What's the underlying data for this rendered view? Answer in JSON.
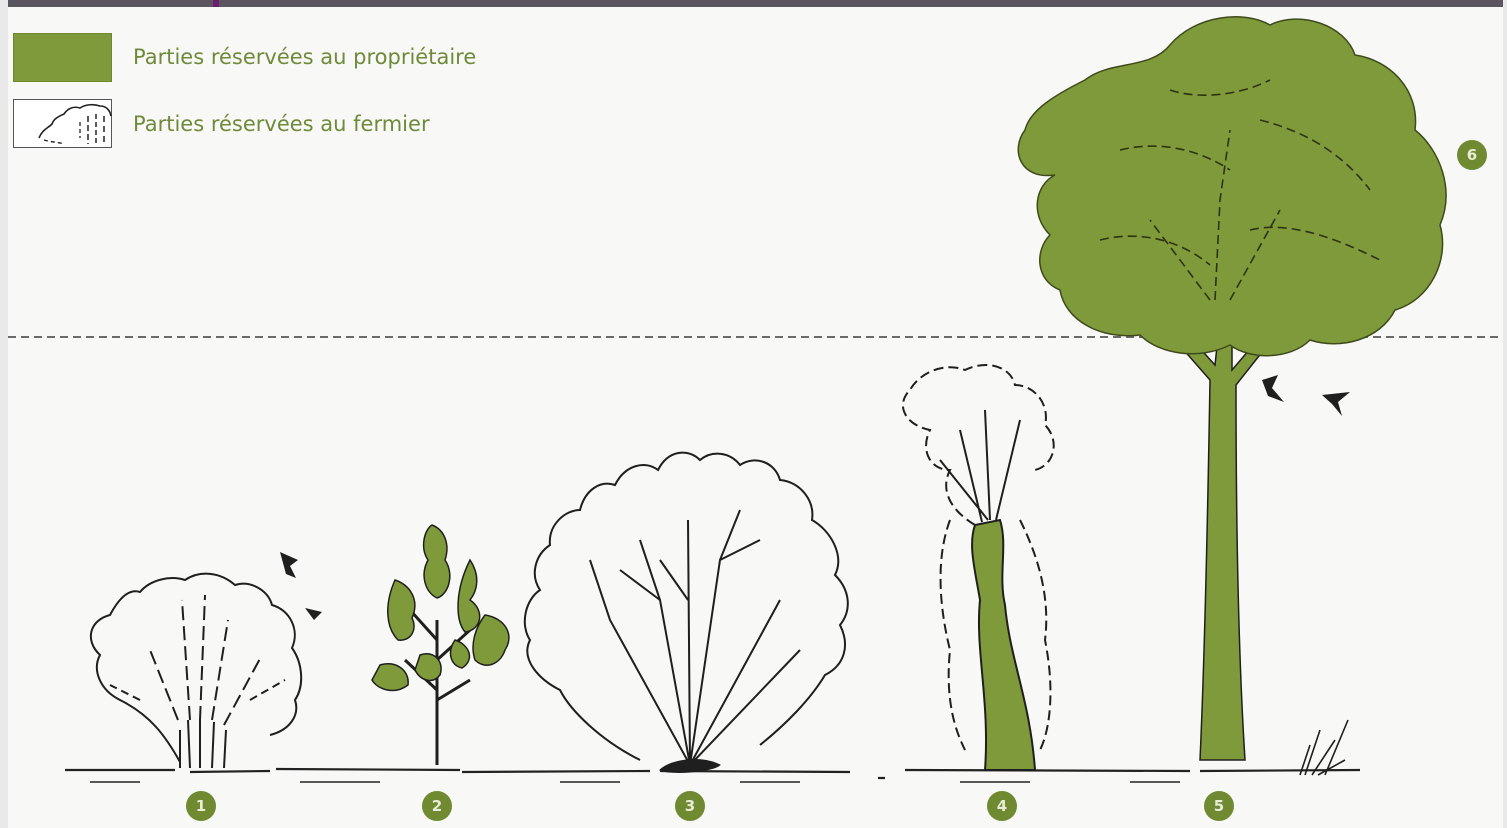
{
  "legend": {
    "owner_label": "Parties réservées au propriétaire",
    "farmer_label": "Parties réservées au fermier",
    "owner_color": "#7f9a3a",
    "farmer_color": "#ffffff"
  },
  "plants": [
    {
      "number": "1",
      "label": "",
      "owner_part": "none"
    },
    {
      "number": "2",
      "label": "",
      "owner_part": "whole"
    },
    {
      "number": "3",
      "label": "",
      "owner_part": "none"
    },
    {
      "number": "4",
      "label": "",
      "owner_part": "trunk"
    },
    {
      "number": "5",
      "label": "",
      "owner_part": "whole"
    }
  ],
  "top_marker": {
    "number": "6"
  },
  "colors": {
    "green": "#7f9a3a",
    "ink": "#1f1f1f",
    "badge": "#6f8a30"
  }
}
